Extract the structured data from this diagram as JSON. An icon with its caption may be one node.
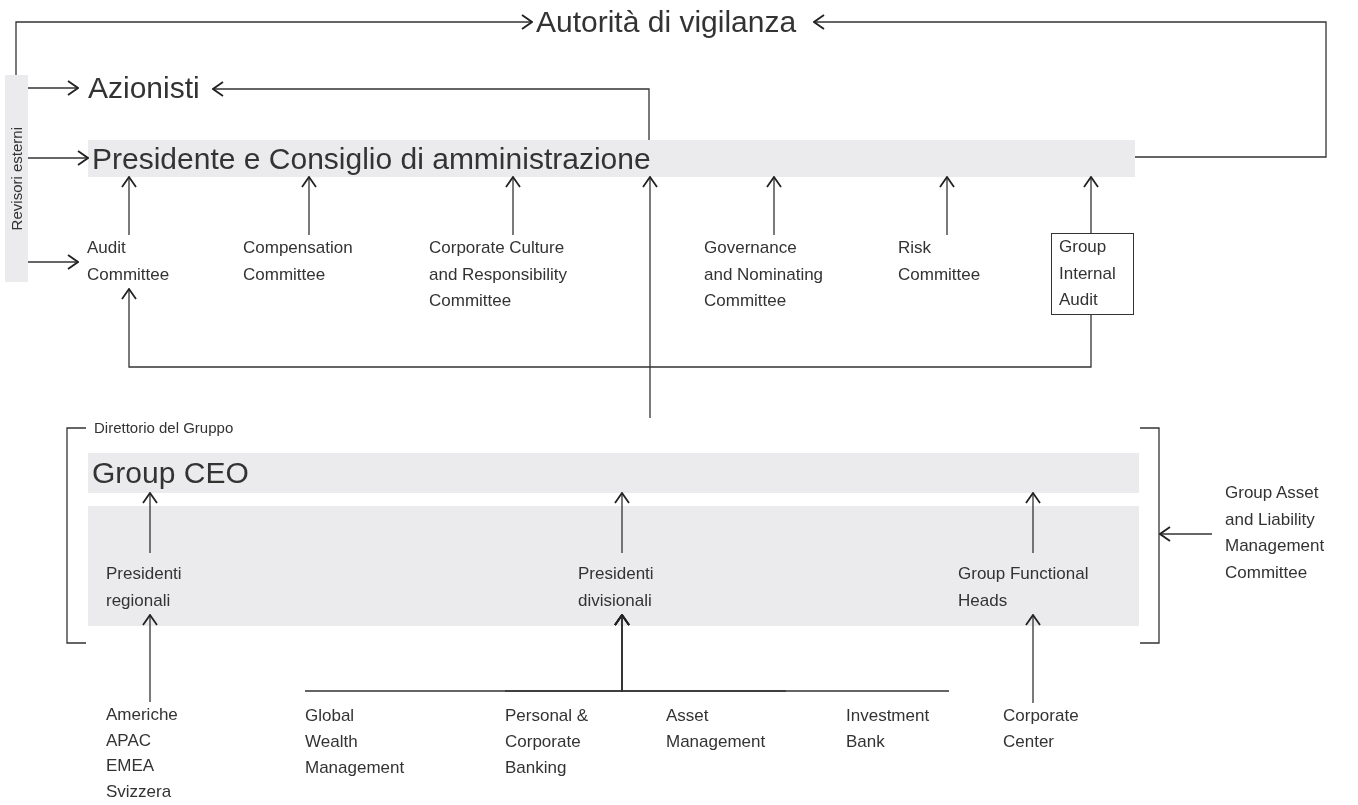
{
  "diagram": {
    "nodes": [
      {
        "text": [
          "Autorità di vigilanza"
        ]
      },
      {
        "text": [
          "Revisori esterni"
        ]
      },
      {
        "text": [
          "Azionisti"
        ]
      },
      {
        "text": [
          "Presidente e Consiglio di amministrazione"
        ]
      },
      {
        "text": [
          "Audit Committee"
        ]
      },
      {
        "text": [
          "Compensation Committee"
        ]
      },
      {
        "text": [
          "Corporate Culture and Responsibility Committee"
        ]
      },
      {
        "text": [
          "Governance and Nominating Committee"
        ]
      },
      {
        "text": [
          "Risk Committee"
        ]
      },
      {
        "text": [
          "Group Internal Audit"
        ]
      },
      {
        "text": [
          "Direttorio del Gruppo"
        ]
      },
      {
        "text": [
          "Group CEO"
        ],
        "in": 10
      },
      {
        "text": [],
        "shape": "box",
        "in": 10
      },
      {
        "text": [
          "Presidenti regionali"
        ],
        "in": 12
      },
      {
        "text": [
          "Presidenti divisionali"
        ],
        "in": 12
      },
      {
        "text": [
          "Group Functional Heads"
        ],
        "in": 12
      },
      {
        "text": [
          "Group Asset and Liability Management Committee"
        ]
      },
      {
        "text": [
          "Americhe APAC EMEA Svizzera"
        ]
      },
      {
        "text": [
          "Global Wealth Management"
        ]
      },
      {
        "text": [
          "Personal & Corporate Banking"
        ]
      },
      {
        "text": [
          "Asset Management"
        ]
      },
      {
        "text": [
          "Investment Bank"
        ]
      },
      {
        "text": [
          "Corporate Center"
        ]
      }
    ],
    "edges": [
      {
        "from": 1,
        "to": 0,
        "arrow": "to"
      },
      {
        "from": 3,
        "to": 0,
        "arrow": "to"
      },
      {
        "from": 1,
        "to": 2,
        "arrow": "to"
      },
      {
        "from": 1,
        "to": 3,
        "arrow": "to"
      },
      {
        "from": 1,
        "to": 4,
        "arrow": "to"
      },
      {
        "from": 3,
        "to": 2,
        "arrow": "to"
      },
      {
        "from": 4,
        "to": 3,
        "arrow": "to"
      },
      {
        "from": 5,
        "to": 3,
        "arrow": "to"
      },
      {
        "from": 6,
        "to": 3,
        "arrow": "to"
      },
      {
        "from": 7,
        "to": 3,
        "arrow": "to"
      },
      {
        "from": 8,
        "to": 3,
        "arrow": "to"
      },
      {
        "from": 9,
        "to": 3,
        "arrow": "to"
      },
      {
        "from": 10,
        "to": 3,
        "arrow": "to"
      },
      {
        "from": 9,
        "to": 4,
        "arrow": "to"
      },
      {
        "from": 16,
        "to": 10,
        "arrow": "to"
      },
      {
        "from": 13,
        "to": 11,
        "arrow": "to"
      },
      {
        "from": 14,
        "to": 11,
        "arrow": "to"
      },
      {
        "from": 15,
        "to": 11,
        "arrow": "to"
      },
      {
        "from": 17,
        "to": 13,
        "arrow": "to"
      },
      {
        "from": 18,
        "to": 14,
        "arrow": "to"
      },
      {
        "from": 19,
        "to": 14,
        "arrow": "to"
      },
      {
        "from": 20,
        "to": 14,
        "arrow": "to"
      },
      {
        "from": 21,
        "to": 14,
        "arrow": "to"
      },
      {
        "from": 22,
        "to": 15,
        "arrow": "to"
      }
    ]
  }
}
